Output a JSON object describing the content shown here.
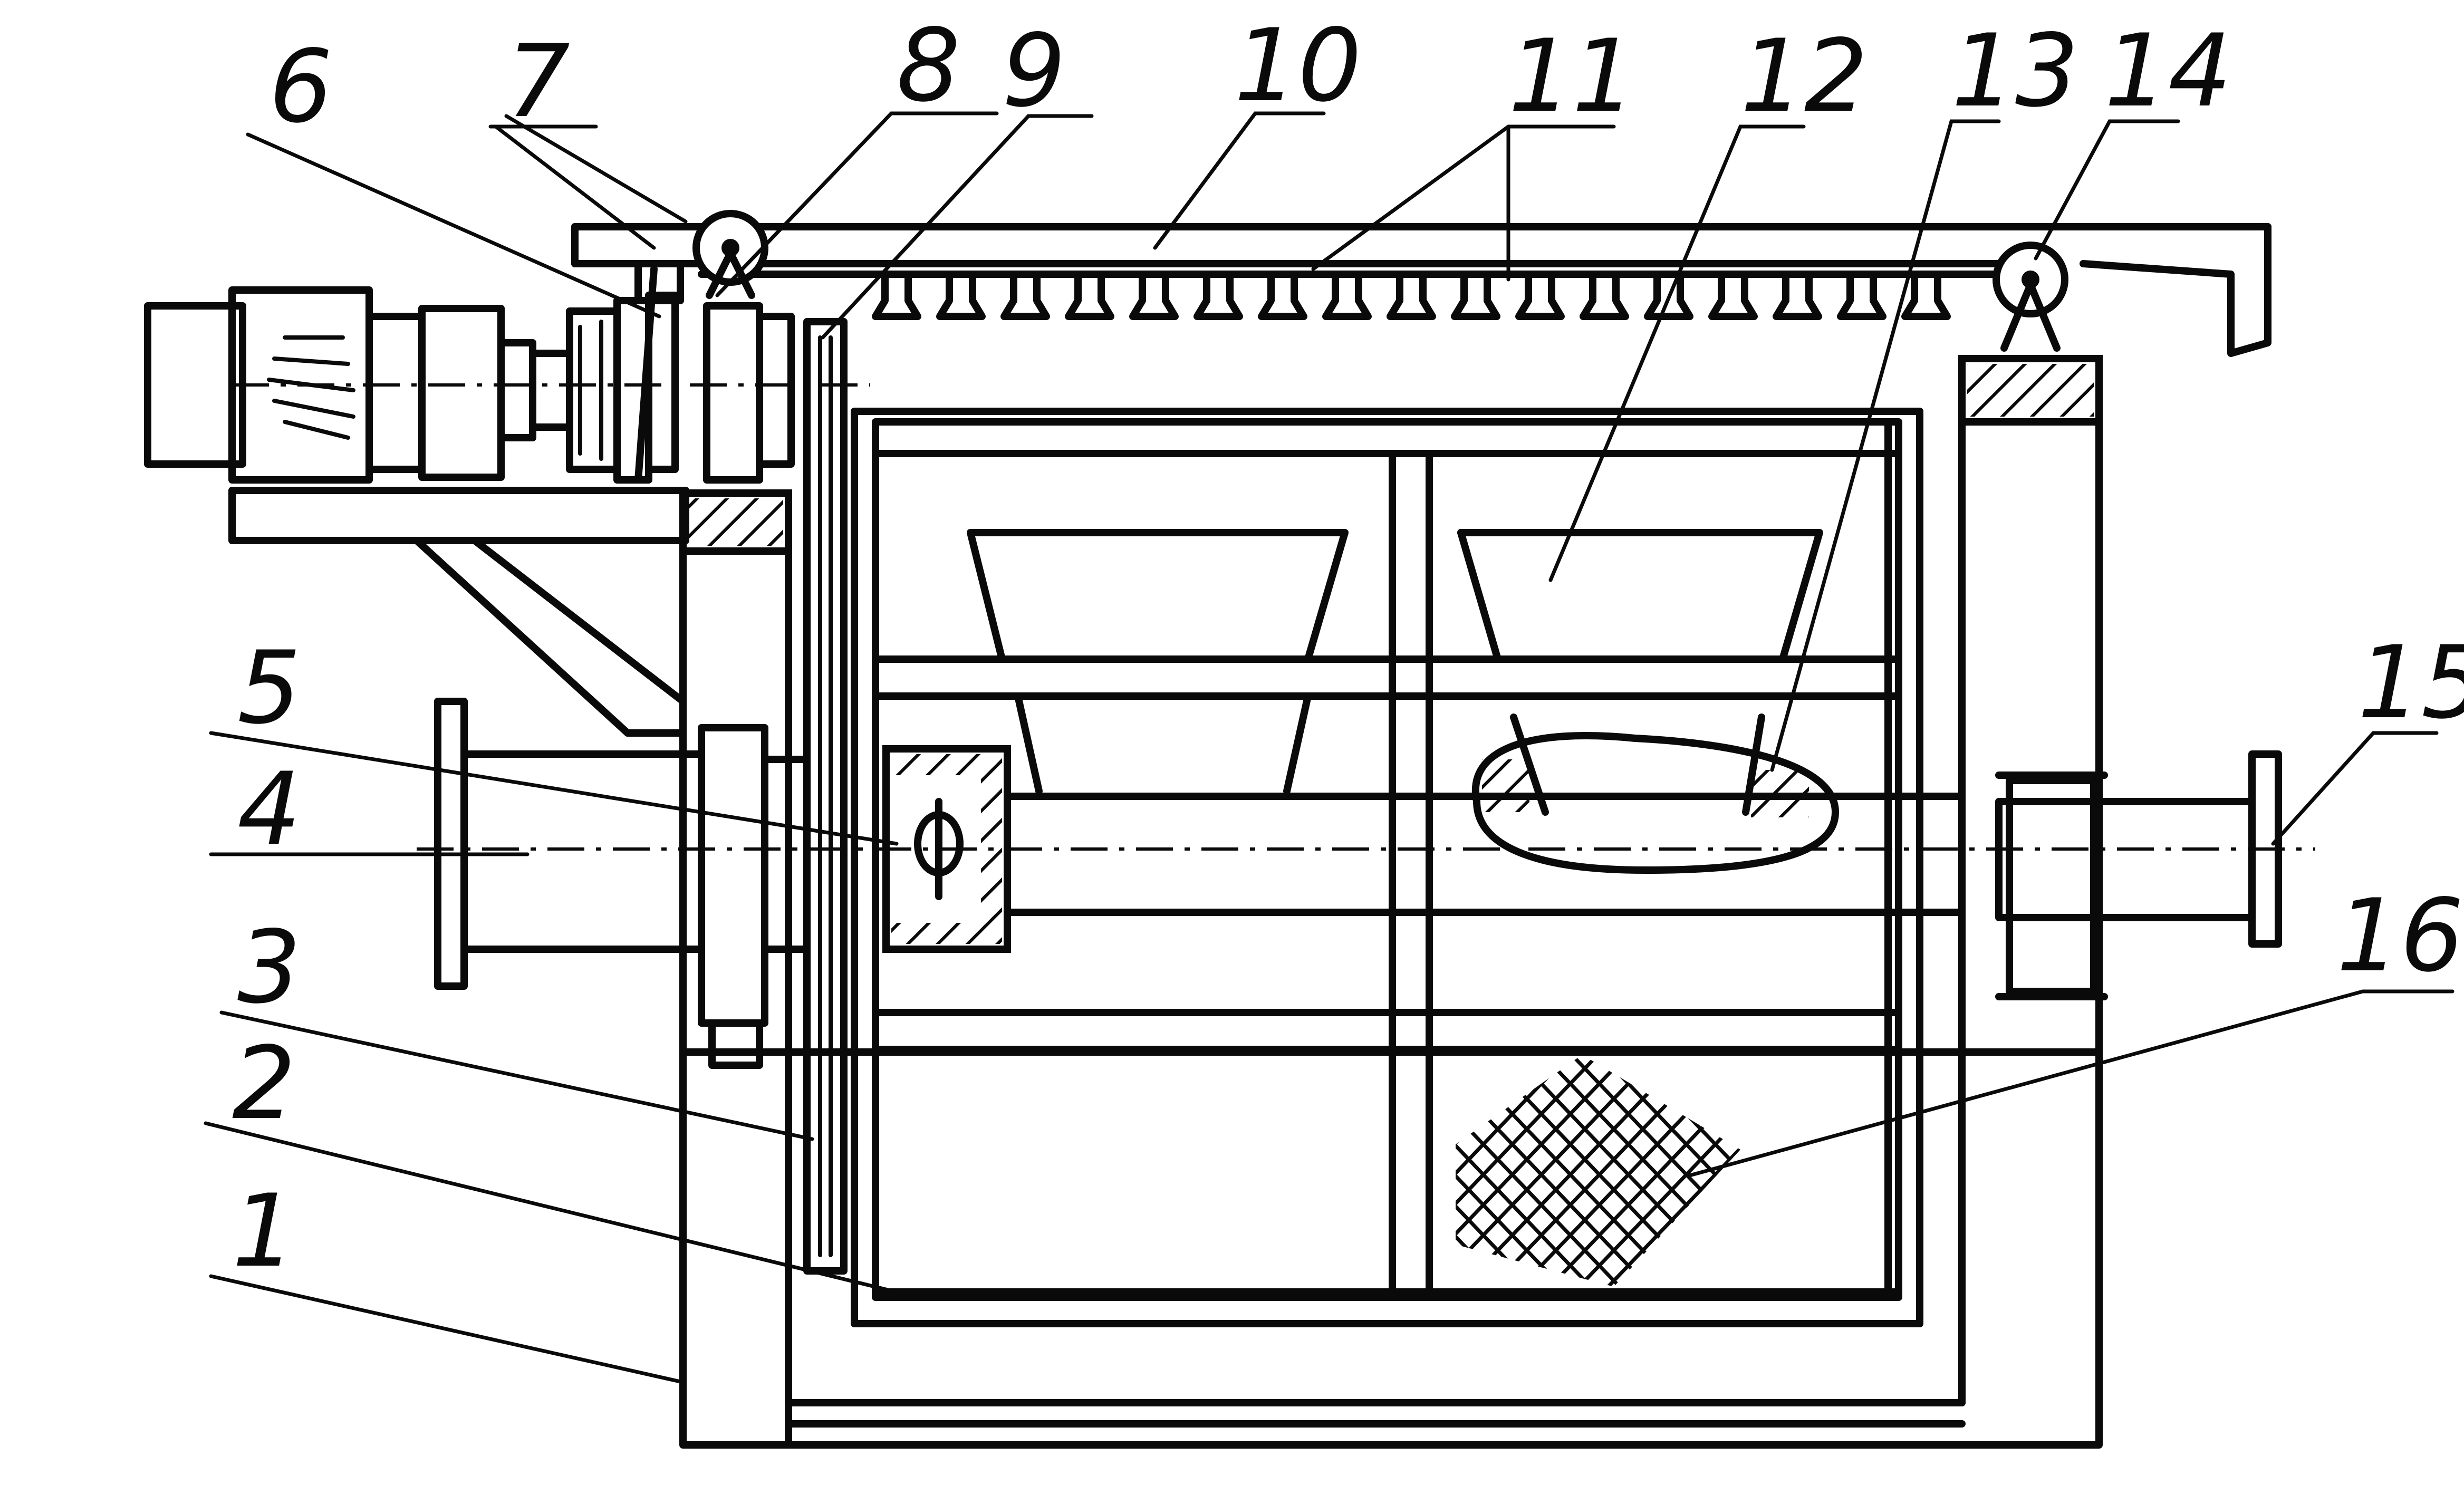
{
  "callouts": [
    {
      "id": "1",
      "label": "1"
    },
    {
      "id": "2",
      "label": "2"
    },
    {
      "id": "3",
      "label": "3"
    },
    {
      "id": "4",
      "label": "4"
    },
    {
      "id": "5",
      "label": "5"
    },
    {
      "id": "6",
      "label": "6"
    },
    {
      "id": "7",
      "label": "7"
    },
    {
      "id": "8",
      "label": "8"
    },
    {
      "id": "9",
      "label": "9"
    },
    {
      "id": "10",
      "label": "10"
    },
    {
      "id": "11",
      "label": "11"
    },
    {
      "id": "12",
      "label": "12"
    },
    {
      "id": "13",
      "label": "13"
    },
    {
      "id": "14",
      "label": "14"
    },
    {
      "id": "15",
      "label": "15"
    },
    {
      "id": "16",
      "label": "16"
    }
  ],
  "colors": {
    "ink": "#0a0a0a",
    "paper": "#ffffff"
  }
}
